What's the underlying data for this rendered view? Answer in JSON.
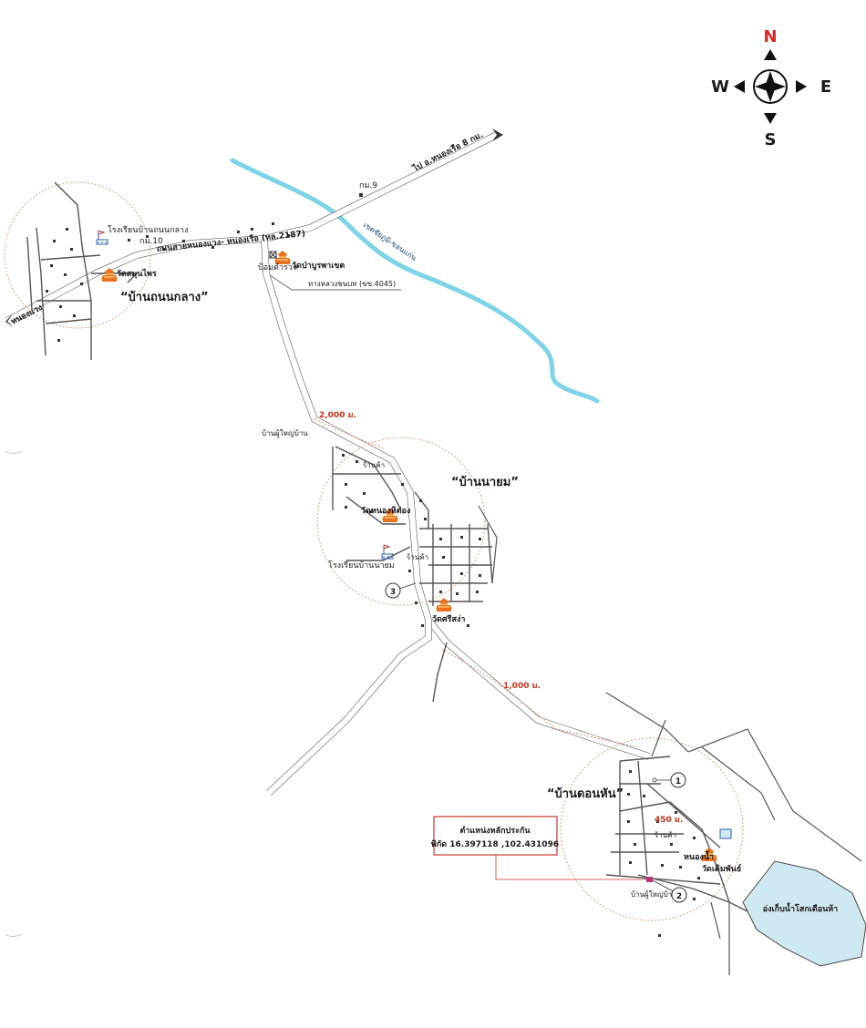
{
  "compass": {
    "n": "N",
    "s": "S",
    "e": "E",
    "w": "W"
  },
  "roads": {
    "highway": "ถนนสายหนองแวง- หนองเรือ (ทล.2187)",
    "to_nongruea": "ไป อ.หนองเรือ 8 กม.",
    "to_nongwaeng": "หนองแวง",
    "rural": "ทางหลวงชนบท (ขข.4045)",
    "km9": "กม.9",
    "km10": "กม.10"
  },
  "river": "เขตชัยภูมิ-ขอนแก่น",
  "villages": {
    "thanonklang": "“บ้านถนนกลาง”",
    "nayom": "“บ้านนายม”",
    "donhan": "“บ้านดอนหัน”"
  },
  "places": {
    "school_thanonklang": "โรงเรียนบ้านถนนกลาง",
    "wat_samunphrai": "วัดสมุนไพร",
    "police_box": "ป้อมตำรวจ",
    "wat_pa": "วัดป่าบูรพาเขต",
    "headman_1": "บ้านผู้ใหญ่บ้าน",
    "shop_1": "ร้านค้า",
    "wat_nongnuethong": "วัดหนองหิต่อง",
    "school_nayom": "โรงเรียนบ้านนายม",
    "shop_2": "ร้านค้า",
    "wat_srisa": "วัดศรีสง่า",
    "shop_3": "ร้านค้า",
    "pond": "หนองน้ำ",
    "wat_derm": "วัดเดิมพันธ์",
    "headman_2": "บ้านผู้ใหญ่บ้าน",
    "reservoir": "อ่งเก็บน้ำโสกเดือนห้า"
  },
  "distances": {
    "d1": "2,000 ม.",
    "d2": "1,000 ม.",
    "d3": "450 ม."
  },
  "markers": {
    "m1": "1",
    "m2": "2",
    "m3": "3"
  },
  "benchmark": {
    "title": "ตำแหน่งหลักประกัน",
    "coords": "พิกัด 16.397118 ,102.431096"
  },
  "colors": {
    "river": "#7fd3e6",
    "reservoir": "#cfe9f2",
    "benchmark_border": "#c0392b",
    "compass_north": "#d42a1f",
    "distance": "#c8321e",
    "temple": "#e8731e"
  }
}
